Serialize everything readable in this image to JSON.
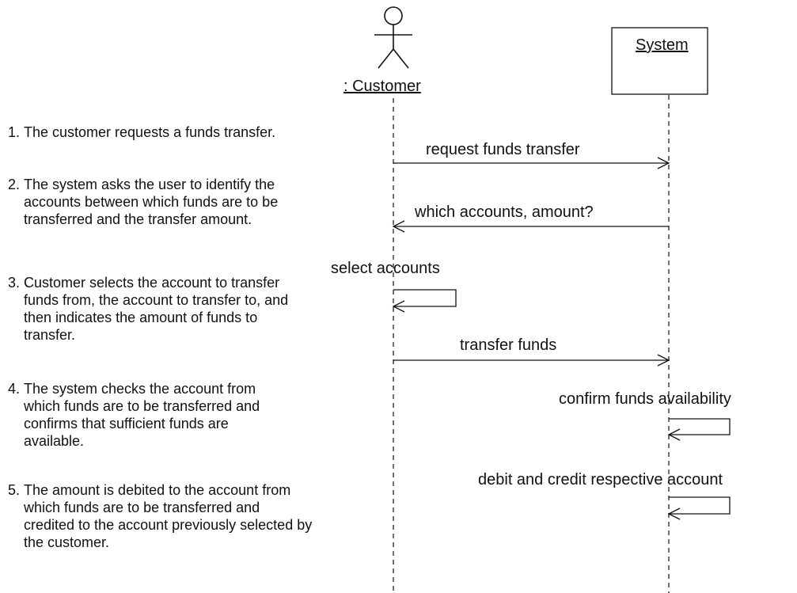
{
  "actors": {
    "customer": {
      "label": ": Customer"
    },
    "system": {
      "label": "System"
    }
  },
  "messages": [
    {
      "label": "request funds transfer",
      "from": "customer",
      "to": "system"
    },
    {
      "label": "which accounts, amount?",
      "from": "system",
      "to": "customer"
    },
    {
      "label": "select accounts",
      "from": "customer",
      "to": "customer"
    },
    {
      "label": "transfer funds",
      "from": "customer",
      "to": "system"
    },
    {
      "label": "confirm funds availability",
      "from": "system",
      "to": "system"
    },
    {
      "label": "debit and credit respective account",
      "from": "system",
      "to": "system"
    }
  ],
  "steps": [
    {
      "number": "1.",
      "text": "The customer requests a funds transfer."
    },
    {
      "number": "2.",
      "text": "The system asks the user to identify the accounts between which funds are to be transferred and the transfer amount."
    },
    {
      "number": "3.",
      "text": "Customer selects the account to transfer funds from, the account to transfer to, and then indicates the amount of funds to transfer."
    },
    {
      "number": "4.",
      "text": "The system checks the account from which funds are to be transferred and confirms that sufficient funds are available."
    },
    {
      "number": "5.",
      "text": "The amount is debited to the account from which funds are to be transferred and credited to the account previously selected by the customer."
    }
  ]
}
